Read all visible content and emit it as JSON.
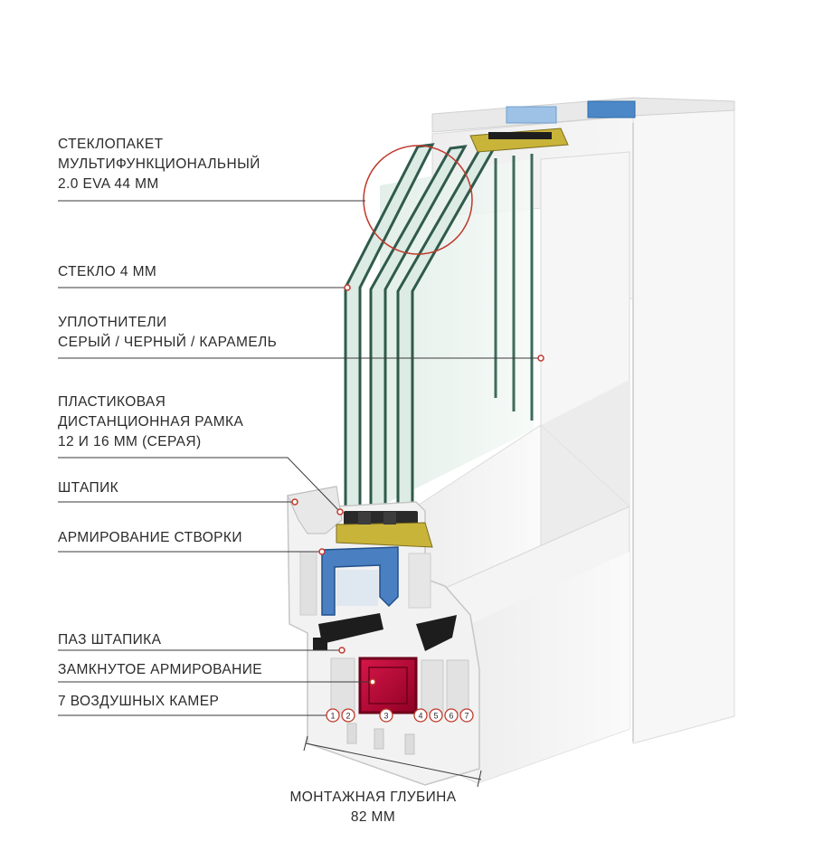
{
  "callouts": [
    {
      "lines": [
        "СТЕКЛОПАКЕТ",
        "МУЛЬТИФУНКЦИОНАЛЬНЫЙ",
        "2.0 EVA 44 ММ"
      ]
    },
    {
      "lines": [
        "СТЕКЛО 4 ММ"
      ]
    },
    {
      "lines": [
        "УПЛОТНИТЕЛИ",
        "СЕРЫЙ / ЧЕРНЫЙ / КАРАМЕЛЬ"
      ]
    },
    {
      "lines": [
        "ПЛАСТИКОВАЯ",
        "ДИСТАНЦИОННАЯ РАМКА",
        "12 И 16 ММ (СЕРАЯ)"
      ]
    },
    {
      "lines": [
        "ШТАПИК"
      ]
    },
    {
      "lines": [
        "АРМИРОВАНИЕ СТВОРКИ"
      ]
    },
    {
      "lines": [
        "ПАЗ ШТАПИКА"
      ]
    },
    {
      "lines": [
        "ЗАМКНУТОЕ АРМИРОВАНИЕ"
      ]
    },
    {
      "lines": [
        "7 ВОЗДУШНЫХ КАМЕР"
      ]
    }
  ],
  "depth_label": {
    "lines": [
      "МОНТАЖНАЯ ГЛУБИНА",
      "82 ММ"
    ]
  },
  "chamber_numbers": [
    "1",
    "2",
    "3",
    "4",
    "5",
    "6",
    "7"
  ],
  "colors": {
    "text": "#2b2b2b",
    "leader": "#3a3a3a",
    "marker": "#c0392b",
    "profile": "#f4f4f4",
    "glass_edge": "#2f5a4c",
    "reinforcement_sash": "#4a7fc1",
    "reinforcement_closed": "#b3002d",
    "spacer": "#c9b43a"
  }
}
